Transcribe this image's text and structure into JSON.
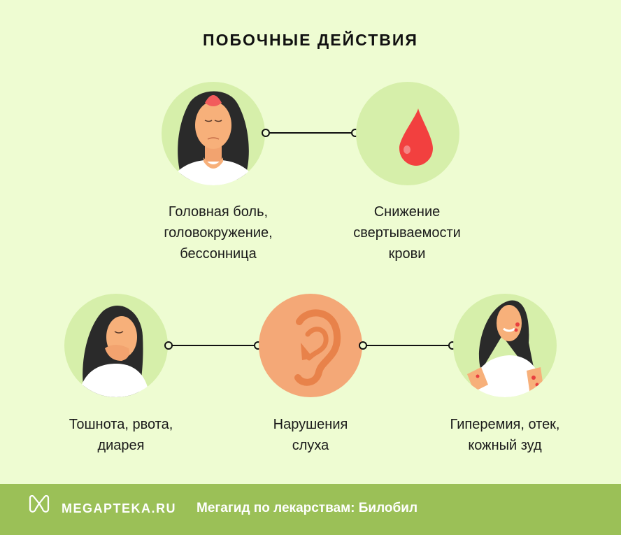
{
  "title": "ПОБОЧНЫЕ ДЕЙСТВИЯ",
  "items": [
    {
      "id": "headache",
      "label_lines": [
        "Головная боль,",
        "головокружение,",
        "бессонница"
      ],
      "icon": "woman-headache-illustration"
    },
    {
      "id": "blood",
      "label_lines": [
        "Снижение",
        "свертываемости",
        "крови"
      ],
      "icon": "blood-drop-icon"
    },
    {
      "id": "nausea",
      "label_lines": [
        "Тошнота, рвота,",
        "диарея"
      ],
      "icon": "woman-nausea-illustration"
    },
    {
      "id": "hearing",
      "label_lines": [
        "Нарушения",
        "слуха"
      ],
      "icon": "ear-icon"
    },
    {
      "id": "skin",
      "label_lines": [
        "Гиперемия, отек,",
        "кожный зуд"
      ],
      "icon": "woman-skin-rash-illustration"
    }
  ],
  "footer": {
    "brand": "MEGAPTEKA.RU",
    "subtitle": "Мегагид по лекарствам: Билобил",
    "logo_icon": "megapteka-logo-icon"
  },
  "colors": {
    "background": "#eefcd2",
    "circle": "#d6efaa",
    "ear_circle": "#f4a877",
    "footer": "#9bc057",
    "blood": "#f2403f"
  }
}
